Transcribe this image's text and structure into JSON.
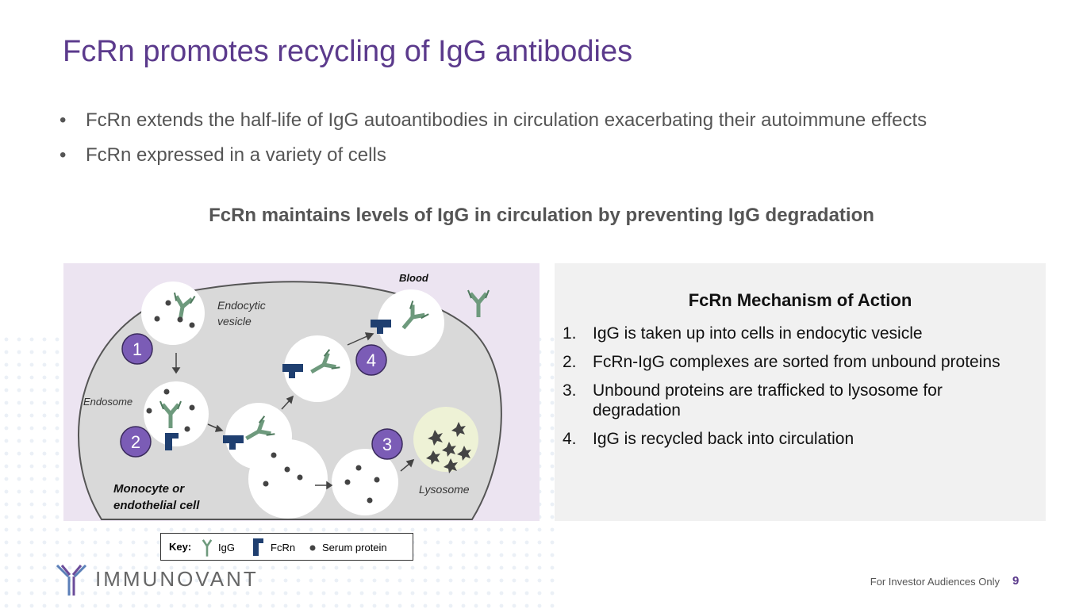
{
  "title": "FcRn promotes recycling of IgG antibodies",
  "bullets": [
    "FcRn extends the half-life of IgG autoantibodies in circulation exacerbating their autoimmune effects",
    "FcRn expressed in a variety of cells"
  ],
  "bullet_symbol": "•",
  "subheading": "FcRn maintains levels of IgG in circulation by preventing IgG degradation",
  "diagram": {
    "blood_label": "Blood",
    "endocytic_label_1": "Endocytic",
    "endocytic_label_2": "vesicle",
    "endosome_label": "Endosome",
    "lysosome_label": "Lysosome",
    "cell_label_1": "Monocyte or",
    "cell_label_2": "endothelial cell",
    "step_badges": [
      "1",
      "2",
      "3",
      "4"
    ]
  },
  "key": {
    "label": "Key:",
    "igg": "IgG",
    "fcrn": "FcRn",
    "serum": "Serum protein"
  },
  "mechanism": {
    "title": "FcRn Mechanism of Action",
    "steps": [
      {
        "num": "1.",
        "text": "IgG is taken up into cells in endocytic vesicle"
      },
      {
        "num": "2.",
        "text": "FcRn-IgG complexes are sorted from unbound proteins"
      },
      {
        "num": "3.",
        "text": "Unbound proteins are trafficked to lysosome for degradation"
      },
      {
        "num": "4.",
        "text": "IgG is recycled back into circulation"
      }
    ]
  },
  "logo_text": "IMMUNOVANT",
  "footer": "For Investor Audiences Only",
  "page_number": "9",
  "colors": {
    "title": "#5b3a8c",
    "badge": "#7b5cb6",
    "igg": "#6e9a7d",
    "fcrn": "#1f3f70",
    "cell": "#d9d9d9",
    "diagram_bg": "#ece4f1",
    "lysosome": "#eef2d6"
  }
}
